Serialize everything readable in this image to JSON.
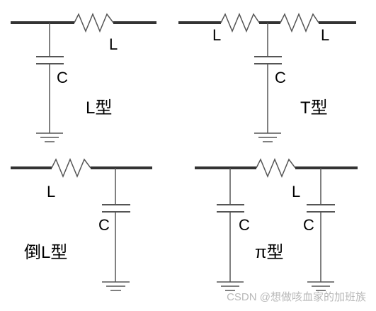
{
  "circuits": [
    {
      "id": "L",
      "name": "L型",
      "inductor_labels": [
        "L"
      ],
      "capacitor_labels": [
        "C"
      ]
    },
    {
      "id": "T",
      "name": "T型",
      "inductor_labels": [
        "L",
        "L"
      ],
      "capacitor_labels": [
        "C"
      ]
    },
    {
      "id": "inv-L",
      "name": "倒L型",
      "inductor_labels": [
        "L"
      ],
      "capacitor_labels": [
        "C"
      ]
    },
    {
      "id": "pi",
      "name": "π型",
      "inductor_labels": [
        "L"
      ],
      "capacitor_labels": [
        "C",
        "C"
      ]
    }
  ],
  "watermark": "CSDN @想做咳血家的加班族"
}
